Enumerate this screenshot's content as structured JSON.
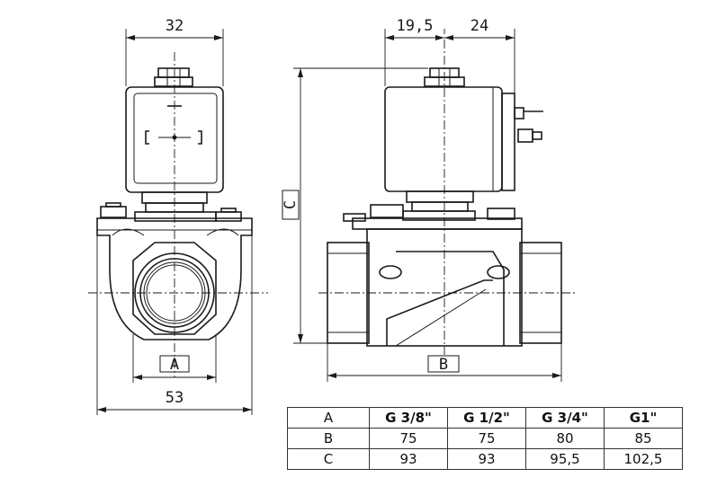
{
  "dimensions": {
    "top_front": "32",
    "top_side_left": "19,5",
    "top_side_right": "24",
    "side_height": "C",
    "bottom_front_inner": "A",
    "bottom_front_outer": "53",
    "bottom_side": "B"
  },
  "table": {
    "header": [
      "A",
      "G 3/8\"",
      "G 1/2\"",
      "G 3/4\"",
      "G1\""
    ],
    "rows": [
      [
        "B",
        "75",
        "75",
        "80",
        "85"
      ],
      [
        "C",
        "93",
        "93",
        "95,5",
        "102,5"
      ]
    ]
  }
}
